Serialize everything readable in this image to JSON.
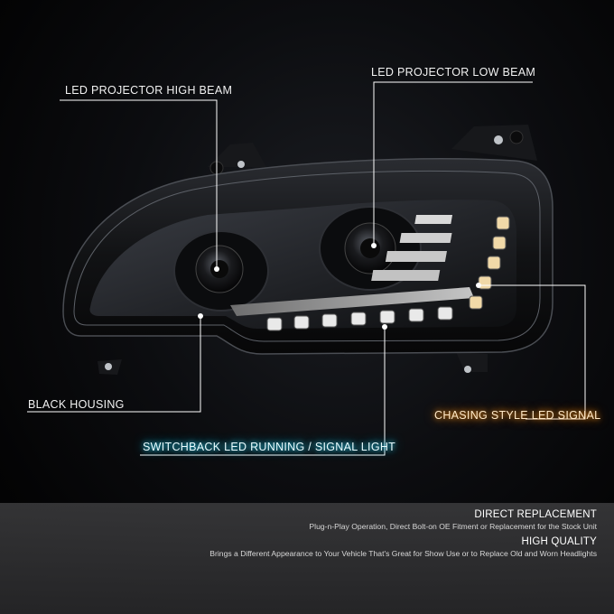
{
  "callouts": {
    "high_beam": "LED PROJECTOR HIGH BEAM",
    "low_beam": "LED PROJECTOR LOW BEAM",
    "housing": "BLACK HOUSING",
    "running_light": "SWITCHBACK LED RUNNING / SIGNAL LIGHT",
    "signal": "CHASING STYLE LED SIGNAL"
  },
  "features": [
    {
      "title": "DIRECT REPLACEMENT",
      "description": "Plug-n-Play Operation, Direct Bolt-on OE Fitment or Replacement for the Stock Unit"
    },
    {
      "title": "HIGH QUALITY",
      "description": "Brings a Different Appearance to Your Vehicle That's Great for Show Use or to Replace Old and Worn Headlights"
    }
  ],
  "colors": {
    "background": "#000000",
    "running_light_glow": "#2fe0ff",
    "signal_glow": "#ff9a1f",
    "info_bar": "#3c3c3e"
  }
}
